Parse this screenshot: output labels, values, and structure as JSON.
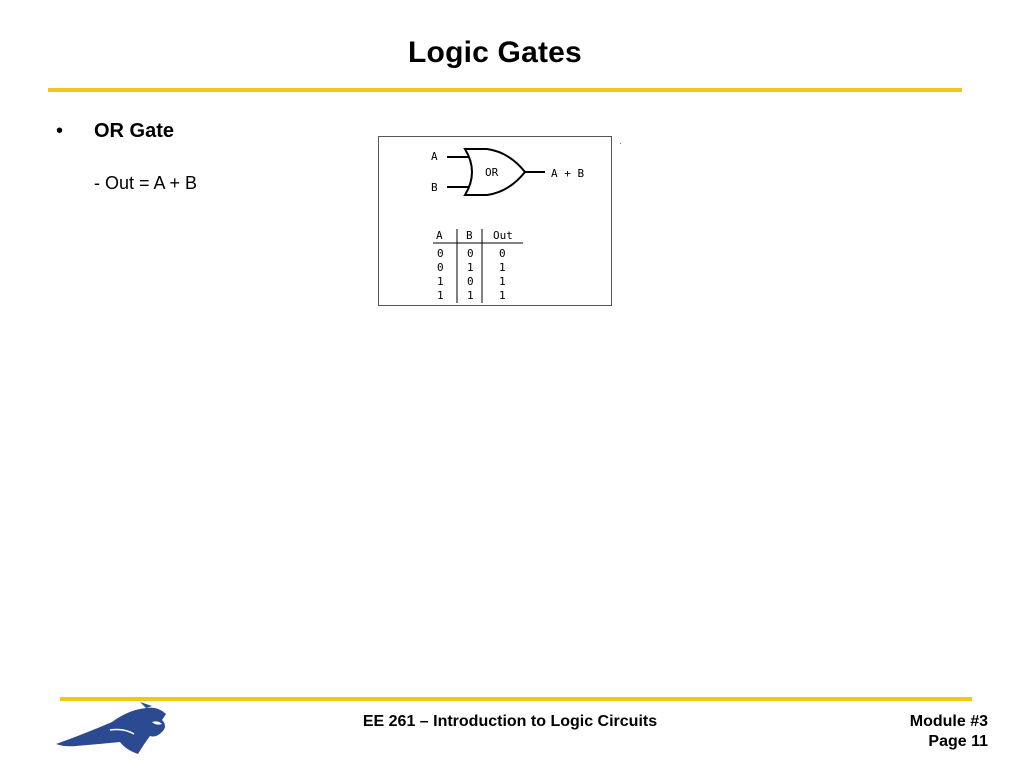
{
  "slide": {
    "title": "Logic Gates",
    "bullet_symbol": "•",
    "bullet": "OR Gate",
    "sub_bullet": "- Out = A + B"
  },
  "figure": {
    "input_a": "A",
    "input_b": "B",
    "gate_label": "OR",
    "output_label": "A + B",
    "truth_table": {
      "headers": [
        "A",
        "B",
        "Out"
      ],
      "rows": [
        [
          "0",
          "0",
          "0"
        ],
        [
          "0",
          "1",
          "1"
        ],
        [
          "1",
          "0",
          "1"
        ],
        [
          "1",
          "1",
          "1"
        ]
      ]
    }
  },
  "footer": {
    "course": "EE 261 – Introduction to Logic Circuits",
    "module": "Module #3",
    "page": "Page 11"
  },
  "colors": {
    "accent_rule": "#f5c518",
    "logo_blue": "#2b4a91"
  },
  "icons": {
    "logo": "bobcat-logo-icon"
  }
}
